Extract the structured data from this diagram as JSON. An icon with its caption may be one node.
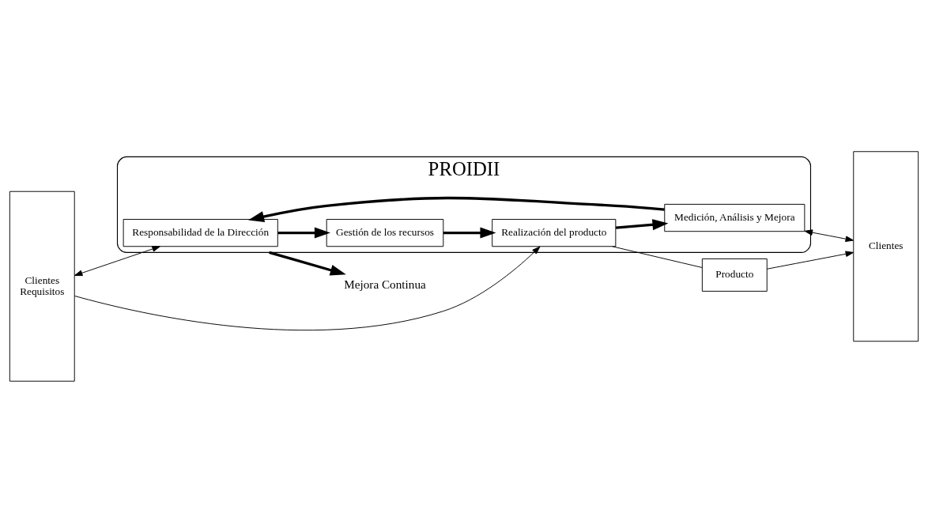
{
  "diagram": {
    "nodes": [
      {
        "text": [
          "Clientes",
          "Requisitos"
        ]
      },
      {
        "text": [
          "PROIDII"
        ]
      },
      {
        "text": [
          "Responsabilidad de la Dirección"
        ],
        "in": 1
      },
      {
        "text": [
          "Gestión de los recursos"
        ],
        "in": 1
      },
      {
        "text": [
          "Medición, Análisis y Mejora"
        ],
        "in": 1
      },
      {
        "text": [
          "Realización del producto"
        ],
        "in": 1
      },
      {
        "text": [
          "Producto"
        ]
      },
      {
        "text": [
          "Clientes"
        ]
      },
      {
        "text": [
          "Mejora Continua"
        ]
      }
    ],
    "edges": [
      {
        "from": 0,
        "to": 2,
        "arrow": "both"
      },
      {
        "from": 2,
        "to": 3,
        "arrow": "to",
        "style": "thick"
      },
      {
        "from": 3,
        "to": 5,
        "arrow": "to",
        "style": "thick"
      },
      {
        "from": 5,
        "to": 4,
        "arrow": "to",
        "style": "thick"
      },
      {
        "from": 4,
        "to": 2,
        "arrow": "to",
        "style": "thick"
      },
      {
        "from": 1,
        "to": 8,
        "arrow": "to",
        "style": "thick"
      },
      {
        "from": 4,
        "to": 7,
        "arrow": "both"
      },
      {
        "from": 0,
        "to": 5,
        "arrow": "to"
      },
      {
        "from": 5,
        "to": 6,
        "arrow": "none"
      },
      {
        "from": 6,
        "to": 7,
        "arrow": "to"
      }
    ]
  }
}
